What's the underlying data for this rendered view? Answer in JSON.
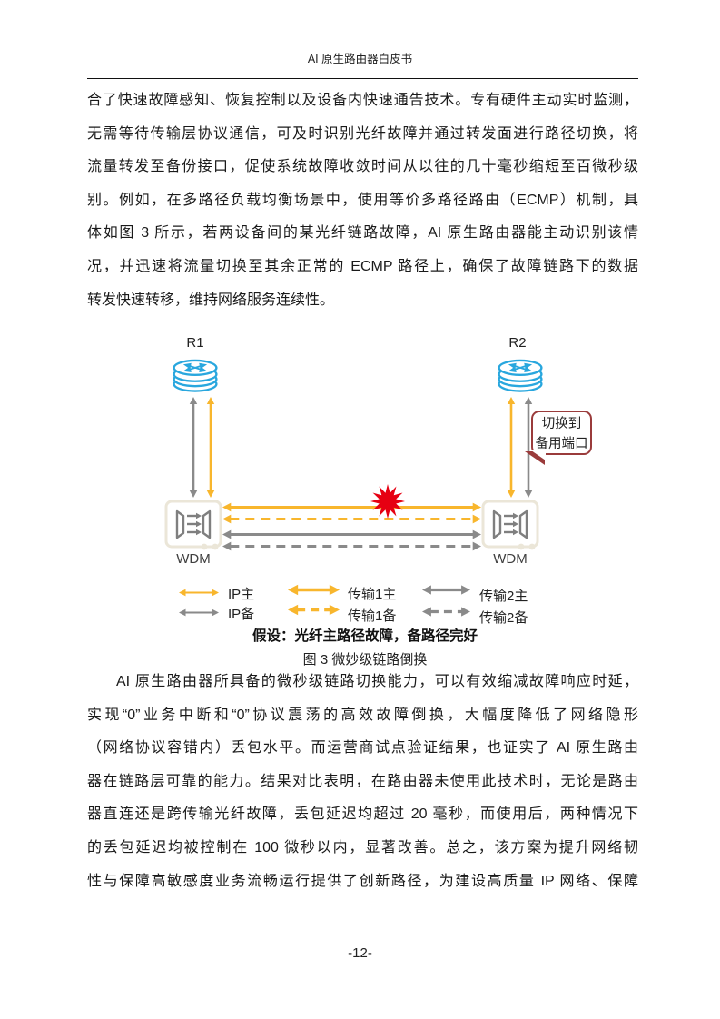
{
  "page": {
    "header_title": "AI 原生路由器白皮书",
    "footer_page_number": "-12-"
  },
  "paragraph1": {
    "lines": [
      "合了快速故障感知、恢复控制以及设备内快速通告技术。专有硬件主动实时监测，",
      "无需等待传输层协议通信，可及时识别光纤故障并通过转发面进行路径切换，将",
      "流量转发至备份接口，促使系统故障收敛时间从以往的几十毫秒缩短至百微秒级",
      "别。例如，在多路径负载均衡场景中，使用等价多路径路由（ECMP）机制，具",
      "体如图 3 所示，若两设备间的某光纤链路故障，AI 原生路由器能主动识别该情",
      "况，并迅速将流量切换至其余正常的 ECMP 路径上，确保了故障链路下的数据",
      "转发快速转移，维持网络服务连续性。"
    ]
  },
  "figure": {
    "r1_label": "R1",
    "r2_label": "R2",
    "wdm_left_label": "WDM",
    "wdm_right_label": "WDM",
    "callout": {
      "line1": "切换到",
      "line2": "备用端口"
    },
    "legend": {
      "ip_primary": "IP主",
      "ip_backup": "IP备",
      "trans1_primary": "传输1主",
      "trans1_backup": "传输1备",
      "trans2_primary": "传输2主",
      "trans2_backup": "传输2备"
    },
    "assumption": "假设：光纤主路径故障，备路径完好",
    "caption": "图 3 微妙级链路倒换",
    "colors": {
      "primary_yellow": "#F8B62D",
      "gray": "#8A8A8A",
      "router_blue": "#29A7DE",
      "fault_red": "#E60012",
      "callout_border": "#9A3B3B",
      "wdm_border": "#EBE6D8"
    }
  },
  "paragraph2": {
    "lines": [
      "AI 原生路由器所具备的微秒级链路切换能力，可以有效缩减故障响应时延，",
      "实现“0”业务中断和“0”协议震荡的高效故障倒换，大幅度降低了网络隐形",
      "（网络协议容错内）丢包水平。而运营商试点验证结果，也证实了 AI 原生路由",
      "器在链路层可靠的能力。结果对比表明，在路由器未使用此技术时，无论是路由",
      "器直连还是跨传输光纤故障，丢包延迟均超过 20 毫秒，而使用后，两种情况下",
      "的丢包延迟均被控制在 100 微秒以内，显著改善。总之，该方案为提升网络韧",
      "性与保障高敏感度业务流畅运行提供了创新路径，为建设高质量 IP 网络、保障"
    ]
  }
}
